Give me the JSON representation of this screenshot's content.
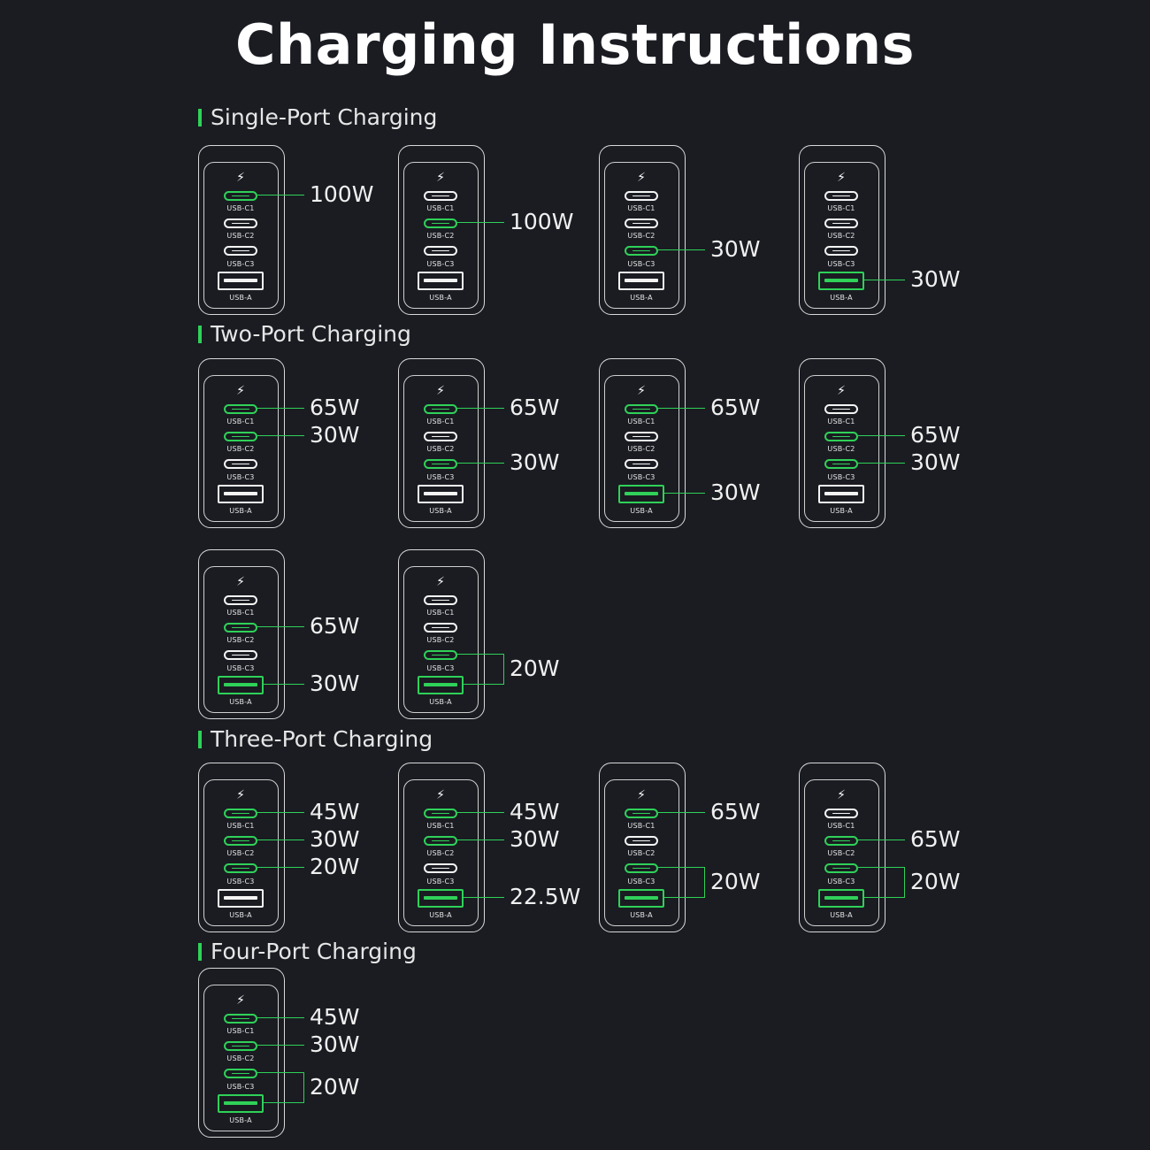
{
  "title": "Charging Instructions",
  "accent_color": "#2fd158",
  "bolt_icon": "⚡",
  "port_labels": [
    "USB-C1",
    "USB-C2",
    "USB-C3",
    "USB-A"
  ],
  "sections": [
    {
      "title": "Single-Port Charging",
      "configs": [
        {
          "active": [
            true,
            false,
            false,
            false
          ],
          "watts": [
            {
              "text": "100W",
              "ports": [
                0
              ]
            }
          ]
        },
        {
          "active": [
            false,
            true,
            false,
            false
          ],
          "watts": [
            {
              "text": "100W",
              "ports": [
                1
              ]
            }
          ]
        },
        {
          "active": [
            false,
            false,
            true,
            false
          ],
          "watts": [
            {
              "text": "30W",
              "ports": [
                2
              ]
            }
          ]
        },
        {
          "active": [
            false,
            false,
            false,
            true
          ],
          "watts": [
            {
              "text": "30W",
              "ports": [
                3
              ]
            }
          ]
        }
      ]
    },
    {
      "title": "Two-Port Charging",
      "configs": [
        {
          "active": [
            true,
            true,
            false,
            false
          ],
          "watts": [
            {
              "text": "65W",
              "ports": [
                0
              ]
            },
            {
              "text": "30W",
              "ports": [
                1
              ]
            }
          ]
        },
        {
          "active": [
            true,
            false,
            true,
            false
          ],
          "watts": [
            {
              "text": "65W",
              "ports": [
                0
              ]
            },
            {
              "text": "30W",
              "ports": [
                2
              ]
            }
          ]
        },
        {
          "active": [
            true,
            false,
            false,
            true
          ],
          "watts": [
            {
              "text": "65W",
              "ports": [
                0
              ]
            },
            {
              "text": "30W",
              "ports": [
                3
              ]
            }
          ]
        },
        {
          "active": [
            false,
            true,
            true,
            false
          ],
          "watts": [
            {
              "text": "65W",
              "ports": [
                1
              ]
            },
            {
              "text": "30W",
              "ports": [
                2
              ]
            }
          ]
        },
        {
          "active": [
            false,
            true,
            false,
            true
          ],
          "watts": [
            {
              "text": "65W",
              "ports": [
                1
              ]
            },
            {
              "text": "30W",
              "ports": [
                3
              ]
            }
          ]
        },
        {
          "active": [
            false,
            false,
            true,
            true
          ],
          "watts": [
            {
              "text": "20W",
              "ports": [
                2,
                3
              ]
            }
          ]
        }
      ]
    },
    {
      "title": "Three-Port Charging",
      "configs": [
        {
          "active": [
            true,
            true,
            true,
            false
          ],
          "watts": [
            {
              "text": "45W",
              "ports": [
                0
              ]
            },
            {
              "text": "30W",
              "ports": [
                1
              ]
            },
            {
              "text": "20W",
              "ports": [
                2
              ]
            }
          ]
        },
        {
          "active": [
            true,
            true,
            false,
            true
          ],
          "watts": [
            {
              "text": "45W",
              "ports": [
                0
              ]
            },
            {
              "text": "30W",
              "ports": [
                1
              ]
            },
            {
              "text": "22.5W",
              "ports": [
                3
              ]
            }
          ]
        },
        {
          "active": [
            true,
            false,
            true,
            true
          ],
          "watts": [
            {
              "text": "65W",
              "ports": [
                0
              ]
            },
            {
              "text": "20W",
              "ports": [
                2,
                3
              ]
            }
          ]
        },
        {
          "active": [
            false,
            true,
            true,
            true
          ],
          "watts": [
            {
              "text": "65W",
              "ports": [
                1
              ]
            },
            {
              "text": "20W",
              "ports": [
                2,
                3
              ]
            }
          ]
        }
      ]
    },
    {
      "title": "Four-Port Charging",
      "configs": [
        {
          "active": [
            true,
            true,
            true,
            true
          ],
          "watts": [
            {
              "text": "45W",
              "ports": [
                0
              ]
            },
            {
              "text": "30W",
              "ports": [
                1
              ]
            },
            {
              "text": "20W",
              "ports": [
                2,
                3
              ]
            }
          ]
        }
      ]
    }
  ]
}
